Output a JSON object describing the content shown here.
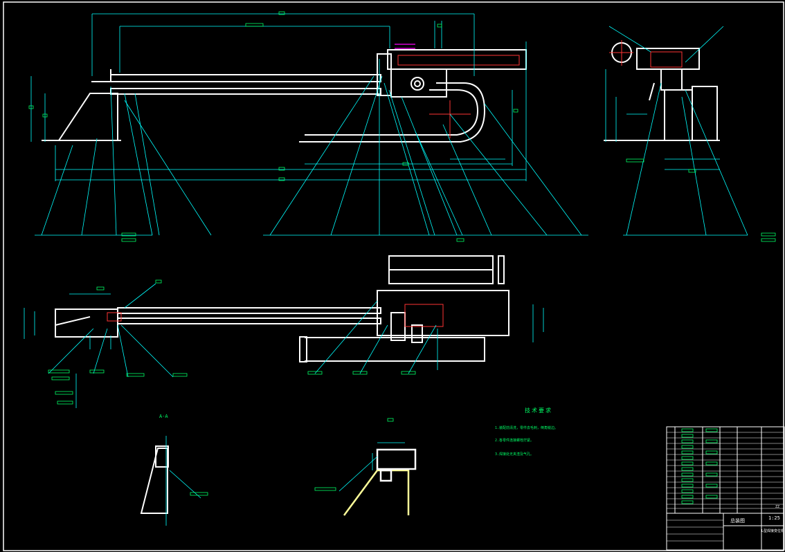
{
  "drawing": {
    "scale_label": "1:25",
    "section_label": "A-A",
    "tech_requirements_title": "技术要求",
    "tech_requirements": [
      "1.装配前清洗，零件去毛刺，倒角锐边。",
      "2.各零件连接螺栓拧紧。",
      "3.焊接处无夹渣及气孔。"
    ],
    "title_block": {
      "drawing_title": "总装图",
      "drawing_name": "L型焊接变位机",
      "scale": "1:25",
      "sheet_code": "ZZ"
    }
  },
  "colors": {
    "background": "#000000",
    "outline": "#ffffff",
    "dimension": "#00ffff",
    "label": "#00ff66",
    "hidden": "#ff0000",
    "highlight": "#ffff99",
    "magenta": "#ff00ff"
  }
}
